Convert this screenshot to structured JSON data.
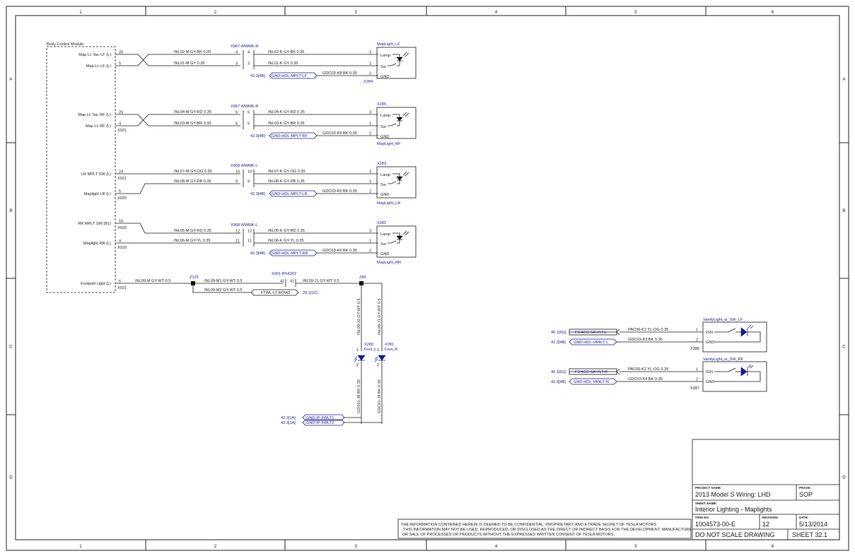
{
  "border": {
    "cols": [
      "1",
      "2",
      "3",
      "4",
      "5",
      "6"
    ],
    "rows": [
      "A",
      "B",
      "C",
      "D"
    ]
  },
  "bcm": {
    "title": "Body Control Module",
    "pins": [
      {
        "label": "Map Lt. Sw. LF (L)",
        "pin": "26",
        "conn": ""
      },
      {
        "label": "Map Lt. LF (L)",
        "pin": "5",
        "conn": ""
      },
      {
        "label": "Map Lt. Sw. RF (L)",
        "pin": "25",
        "conn": ""
      },
      {
        "label": "Map Lt. RF (L)",
        "pin": "4",
        "conn": "X021"
      },
      {
        "label": "LR MPLT SW (L)",
        "pin": "24",
        "conn": "X021"
      },
      {
        "label": "Maplight LR (L)",
        "pin": "5",
        "conn": "X020"
      },
      {
        "label": "RR MPLT SW (B1)",
        "pin": "16",
        "conn": "X022"
      },
      {
        "label": "Maplight RR (L)",
        "pin": "4",
        "conn": "X020"
      },
      {
        "label": "Footwell Light (L)",
        "pin": "6",
        "conn": "X021"
      }
    ]
  },
  "maplights": [
    {
      "name": "MapLight_LF",
      "conn": "X284",
      "inline": "X967 WWMK-R",
      "w1": "INL02-M GY-BK 0.35",
      "w2": "INL01-M GY 0.35",
      "k1": "INL02-K GY-BK 0.35",
      "k2": "INL01-K GY 0.35",
      "p1": "4",
      "p2": "3",
      "lp1": "3",
      "lp2": "1",
      "lp3": "2",
      "gnd": "GND-HDL-MPLT-LF",
      "gref": "42.3[4B]",
      "gw": "GDC03-K8 BK 0.35"
    },
    {
      "name": "MapLight_RF",
      "conn": "X285",
      "inline": "X967 WWMK-R",
      "w1": "INL04-M GY-RD 0.35",
      "w2": "INL03-M GY-BR 0.35",
      "k1": "INL04-K GY-RD 0.35",
      "k2": "INL03-K GY-BR 0.35",
      "p1": "6",
      "p2": "5",
      "lp1": "3",
      "lp2": "1",
      "lp3": "2",
      "gnd": "GND-HDL-MPLT-RF",
      "gref": "42.3[4B]",
      "gw": "GDC03-K9 BK 0.35"
    },
    {
      "name": "MapLight_LR",
      "conn": "X283",
      "inline": "X968 WWMK-L",
      "w1": "INL07-M GY-OG 0.35",
      "w2": "INL08-M GY-DB 0.35",
      "k1": "INL07-K GY-OG 0.35",
      "k2": "INL08-K GY-DB 0.35",
      "p1": "10",
      "p2": "9",
      "lp1": "3",
      "lp2": "1",
      "lp3": "2",
      "gnd": "GND-HDL-MPLT-LR",
      "gref": "42.3[4B]",
      "gw": "GDC03-K5 BK 0.35"
    },
    {
      "name": "MapLight_RR",
      "conn": "X282",
      "inline": "X968 WWMK-L",
      "w1": "INL05-M GY-RD 0.35",
      "w2": "INL06-M GY-YL 0.35",
      "k1": "INL05-K GY-RD 0.35",
      "k2": "INL06-K GY-YL 0.35",
      "p1": "12",
      "p2": "11",
      "lp1": "3",
      "lp2": "1",
      "lp3": "2",
      "gnd": "GND-HDL-MPLT-RR",
      "gref": "42.3[4B]",
      "gw": "GDC03-K6 BK 0.35"
    }
  ],
  "lamp_labels": {
    "lamp": "Lamp",
    "sw": "Sw",
    "gnd": "GND"
  },
  "footwell": {
    "w_main": "INL09-M GY-WT 0.5",
    "splice1": "Z125",
    "w_m1": "INL09-M1 GY-WT 0.5",
    "w_m2": "INL09-M2 GY-WT 0.5",
    "inline": "X901 IPHCR2",
    "pin": "41",
    "w_j1": "INL09-J1 GY-WT 0.5",
    "splice2": "Z85",
    "ref_box": "FTWL-LT-ROW2",
    "ref_pg": "29.1[1C]",
    "w_j2v": "INL09-J2 GY-WT 0.5",
    "w_j1v": "INL09-J1 GY-WT 0.5",
    "l1_conn": "X280",
    "l1_name": "Foot_L",
    "l2_conn": "X281",
    "l2_name": "Foot_R",
    "g1v": "GDC01-J8 BK 0.35",
    "g2v": "GDC01-J9 BK 0.35",
    "gnd1": "GND-IP-FWLT1",
    "gnd2": "GND-IP-FWLT2",
    "gref": "42.3[1A]",
    "pin1": "1",
    "pin2": "2"
  },
  "vanity": [
    {
      "name": "VanityLight_w_SW_LF",
      "conn": "X286",
      "src": "F3-ACC-5A-VLT-L",
      "sref": "40.1[6G]",
      "w1": "PAC06-K1 YL-OG 0.35",
      "w2": "GDC03-K3 BK 0.35",
      "gnd": "GND-HDL-VANLT-L",
      "gref": "42.3[4B]",
      "ign": "IGN",
      "g": "GND",
      "p1": "1",
      "p2": "2"
    },
    {
      "name": "VanityLight_w_SW_RF",
      "conn": "X287",
      "src": "F3-ACC-5A-VLT-R",
      "sref": "40.1[6G]",
      "w1": "PAC06-K2 YL-OG 0.35",
      "w2": "GDC03-K4 BK 0.35",
      "gnd": "GND-HDL-VANLT-R",
      "gref": "42.3[4B]",
      "ign": "IGN",
      "g": "GND",
      "p1": "1",
      "p2": "2"
    }
  ],
  "notice": "THE INFORMATION CONTAINED HEREIN IS DEEMED TO BE CONFIDENTIAL, PROPRIETARY, AND A TRADE SECRET OF TESLA MOTORS. THIS INFORMATION MAY NOT BE USED, REPRODUCED, OR DISCLOSED AS THE DIRECT OR INDIRECT BASIS FOR THE DEVELOPMENT, MANUFACTURE, OR SALE OF PROCESSES OR PRODUCTS WITHOUT THE EXPRESSED WRITTEN CONSENT OF TESLA MOTORS.",
  "titleblock": {
    "project_label": "PROJECT NAME:",
    "project": "2013 Model S Wiring: LHD",
    "phase_label": "PHASE:",
    "phase": "SOP",
    "sheet_label": "SHEET NAME:",
    "sheet_name": "Interior Lighting - Maplights",
    "item_label": "ITEM NO.",
    "item": "1004573-00-E",
    "rev_label": "REVISION:",
    "rev": "12",
    "date_label": "DATE:",
    "date": "5/13/2014",
    "dnsd": "DO NOT SCALE DRAWING",
    "sheet": "SHEET 32.1"
  }
}
